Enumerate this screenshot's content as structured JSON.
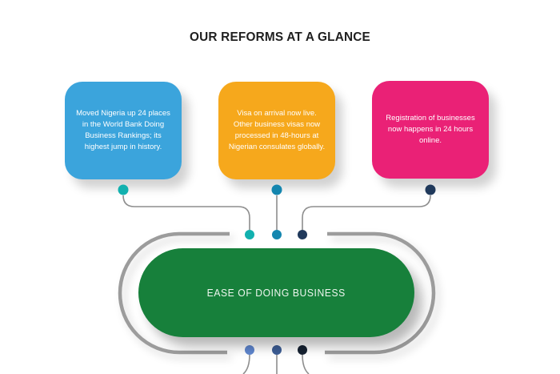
{
  "title": "OUR REFORMS AT A GLANCE",
  "cards": [
    {
      "id": "world-bank-ranking",
      "color": "#3BA4DC",
      "dot_color": "#12B1AF",
      "text": "Moved Nigeria up 24 places in the World Bank Doing Business Rankings; its highest jump in history."
    },
    {
      "id": "visa-on-arrival",
      "color": "#F6A81C",
      "dot_color": "#1486AF",
      "text": "Visa on arrival now live. Other business visas now processed in 48-hours at Nigerian consulates globally."
    },
    {
      "id": "business-registration",
      "color": "#EA2176",
      "dot_color": "#20395B",
      "text": "Registration of businesses now happens in 24 hours online."
    }
  ],
  "center": {
    "label": "EASE OF DOING BUSINESS",
    "color": "#17803B"
  },
  "connectors": {
    "line_color": "#8E8E8E",
    "ring_color": "#9C9C9C",
    "top_gap_dots": [
      "#12B1AF",
      "#1486AF",
      "#20395B"
    ],
    "bottom_gap_dots": [
      "#5F86CE",
      "#3D5E96",
      "#162232"
    ]
  }
}
